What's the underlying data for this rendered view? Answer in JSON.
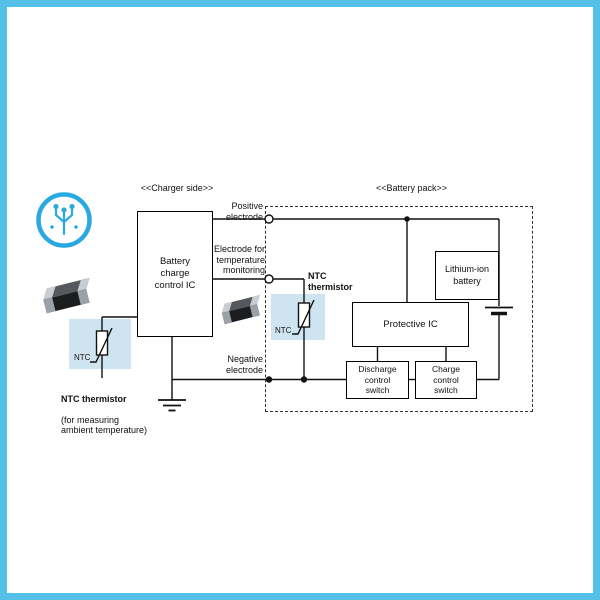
{
  "colors": {
    "frame": "#53c1e7",
    "accent_blue": "#2aa9e0",
    "ntc_background": "#cfe4f1",
    "line": "#111111"
  },
  "header": {
    "charger_side": "<<Charger side>>",
    "battery_pack": "<<Battery pack>>"
  },
  "boxes": {
    "battery_charge_control_ic": "Battery\ncharge\ncontrol IC",
    "lithium_ion_battery": "Lithium-ion\nbattery",
    "protective_ic": "Protective IC",
    "discharge_control_switch": "Discharge\ncontrol\nswitch",
    "charge_control_switch": "Charge\ncontrol\nswitch"
  },
  "electrodes": {
    "positive": "Positive\nelectrode",
    "temperature": "Electrode for\ntemperature\nmonitoring",
    "negative": "Negative\nelectrode"
  },
  "ntc": {
    "mid_title": "NTC\nthermistor",
    "mid_symbol_label": "NTC",
    "left_symbol_label": "NTC",
    "left_title": "NTC thermistor",
    "left_subtitle": "(for measuring\nambient temperature)"
  }
}
